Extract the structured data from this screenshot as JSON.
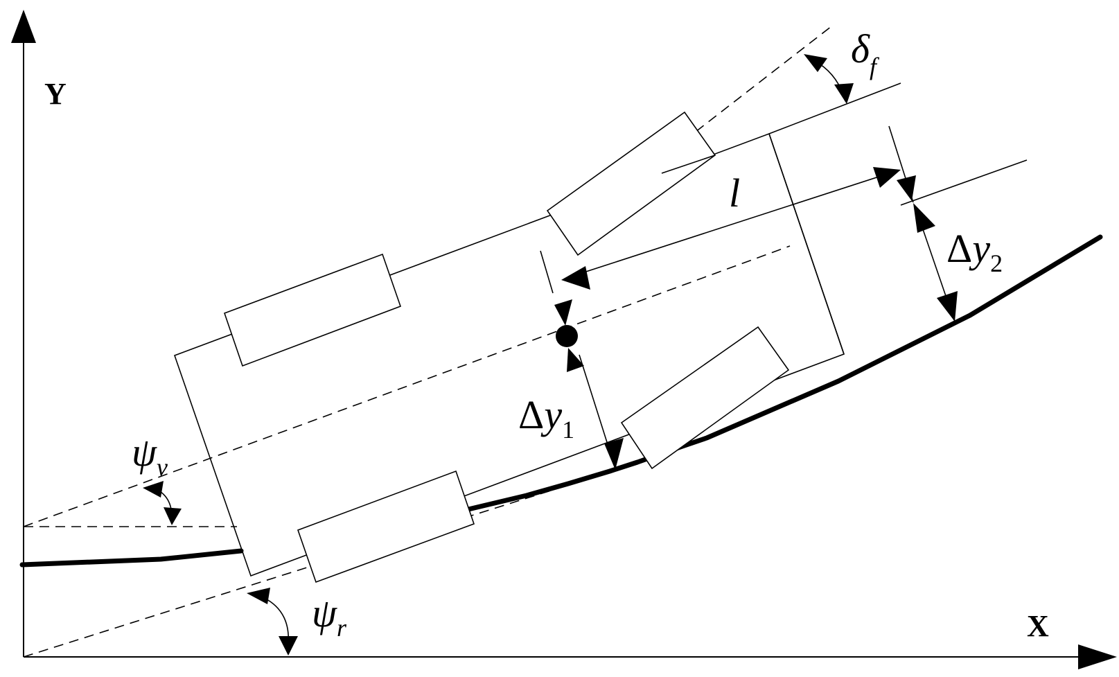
{
  "axes": {
    "x_label": "X",
    "y_label": "Y"
  },
  "labels": {
    "delta_f": {
      "symbol": "δ",
      "sub": "f"
    },
    "length": {
      "symbol": "l"
    },
    "delta_y1": {
      "prefix": "Δ",
      "symbol": "y",
      "sub": "1"
    },
    "delta_y2": {
      "prefix": "Δ",
      "symbol": "y",
      "sub": "2"
    },
    "psi_v": {
      "symbol": "ψ",
      "sub": "v"
    },
    "psi_r": {
      "symbol": "ψ",
      "sub": "r"
    }
  }
}
